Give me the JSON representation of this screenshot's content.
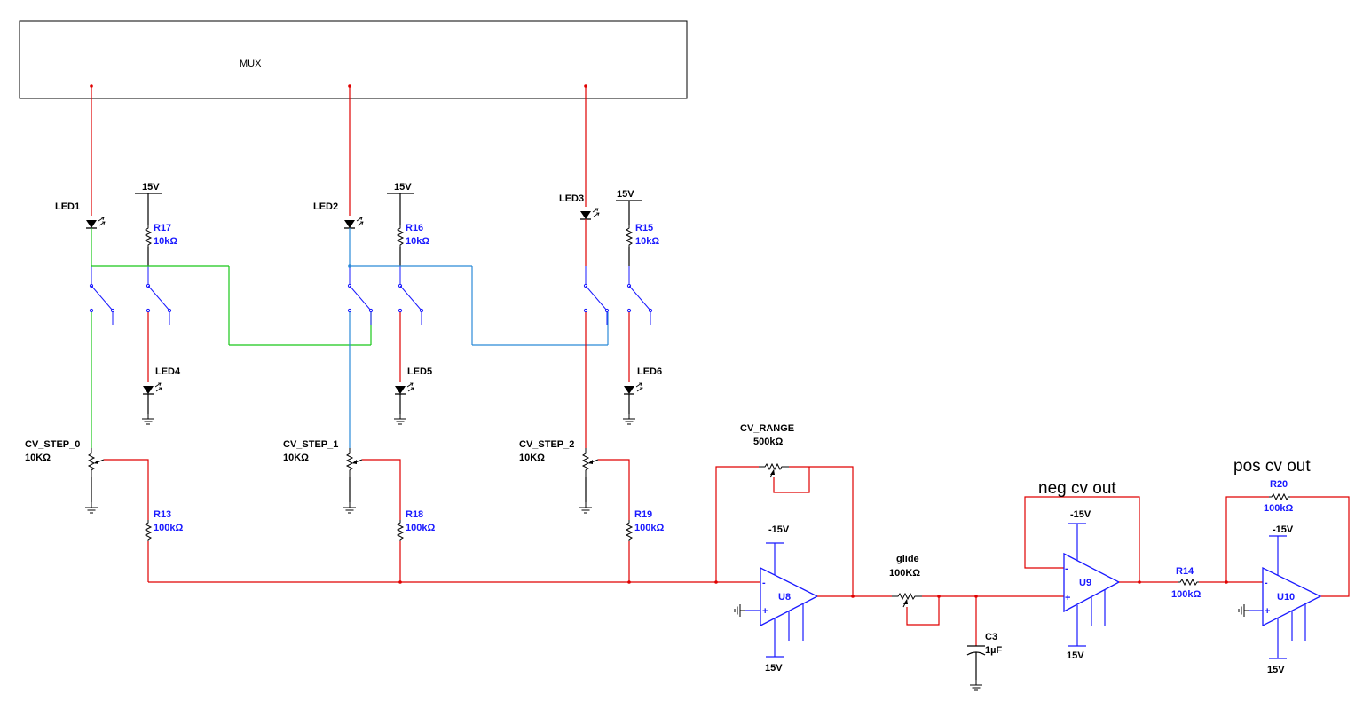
{
  "mux": {
    "label": "MUX"
  },
  "steps": [
    {
      "led": "LED1",
      "supply": "15V",
      "pullup": "R17",
      "pullup_val": "10kΩ",
      "ind_led": "LED4",
      "pot": "CV_STEP_0",
      "pot_val": "10KΩ",
      "series": "R13",
      "series_val": "100kΩ"
    },
    {
      "led": "LED2",
      "supply": "15V",
      "pullup": "R16",
      "pullup_val": "10kΩ",
      "ind_led": "LED5",
      "pot": "CV_STEP_1",
      "pot_val": "10KΩ",
      "series": "R18",
      "series_val": "100kΩ"
    },
    {
      "led": "LED3",
      "supply": "15V",
      "pullup": "R15",
      "pullup_val": "10kΩ",
      "ind_led": "LED6",
      "pot": "CV_STEP_2",
      "pot_val": "10KΩ",
      "series": "R19",
      "series_val": "100kΩ"
    }
  ],
  "range_pot": {
    "name": "CV_RANGE",
    "value": "500kΩ"
  },
  "glide_pot": {
    "name": "glide",
    "value": "100KΩ"
  },
  "cap": {
    "name": "C3",
    "value": "1µF"
  },
  "opamps": [
    {
      "name": "U8",
      "neg_supply": "-15V",
      "pos_supply": "15V"
    },
    {
      "name": "U9",
      "neg_supply": "-15V",
      "pos_supply": "15V"
    },
    {
      "name": "U10",
      "neg_supply": "-15V",
      "pos_supply": "15V"
    }
  ],
  "r14": {
    "name": "R14",
    "value": "100kΩ"
  },
  "r20": {
    "name": "R20",
    "value": "100kΩ"
  },
  "outputs": {
    "neg": "neg cv out",
    "pos": "pos cv out"
  },
  "pin_marks": {
    "minus": "-",
    "plus": "+"
  },
  "colors": {
    "wire_red": "#e00000",
    "wire_green": "#19c819",
    "wire_blue": "#2a8ad8",
    "component_blue": "#1a1aff",
    "label_black": "#000000"
  }
}
